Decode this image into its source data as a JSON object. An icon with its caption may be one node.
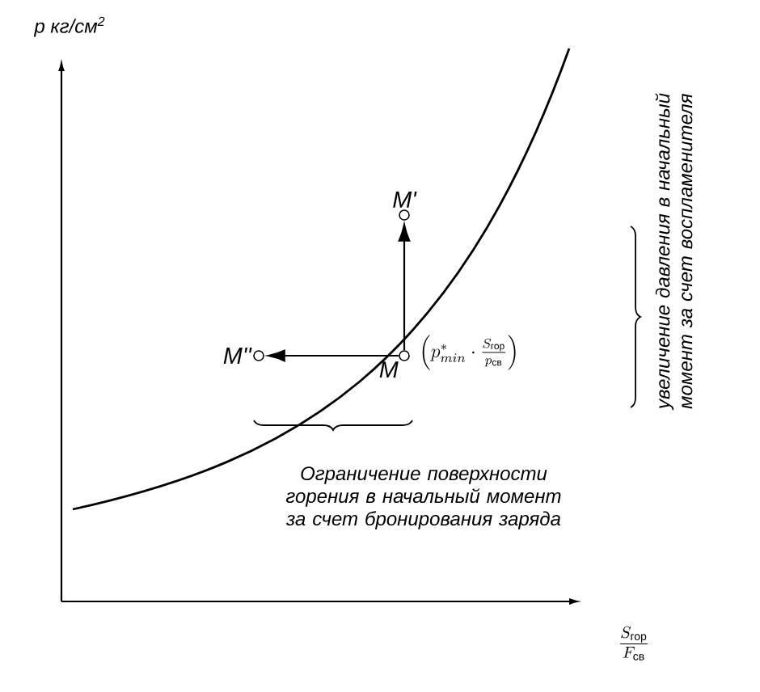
{
  "diagram": {
    "nodes": [
      {
        "text": [
          "M"
        ],
        "beside": [
          "\\left(p^{*}_{min}\\cdot\\frac{S_{\\text{гор}}}{p_{\\text{св}}}\\right)"
        ]
      },
      {
        "text": [
          "M'"
        ]
      },
      {
        "text": [
          "M''"
        ]
      }
    ],
    "edges": [
      {
        "from": 0,
        "to": 1,
        "arrow": "to"
      },
      {
        "from": 0,
        "to": 2,
        "arrow": "to"
      }
    ],
    "labels": [
      "p кг/см$^{2}$",
      "увеличение давления в начальный момент за счет воспламенителя",
      "Ограничение поверхности горения в начальный момент за счет бронирования заряда",
      "\\frac{S_{\\text{гор}}}{F_{\\text{св}}}"
    ]
  }
}
